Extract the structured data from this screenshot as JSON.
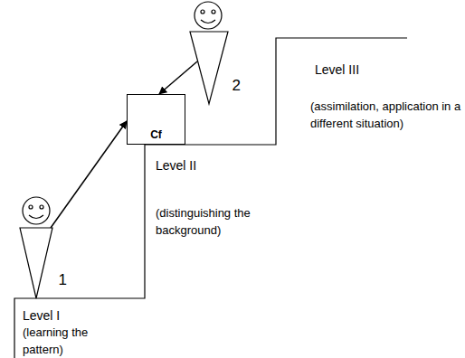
{
  "diagram": {
    "nodes": [
      {
        "text": [
          "1"
        ]
      },
      {
        "text": [
          "Cf"
        ]
      },
      {
        "text": [
          "2"
        ]
      }
    ],
    "edges": [
      {
        "from": 0,
        "to": 1,
        "arrow": "to"
      },
      {
        "from": 2,
        "to": 1,
        "arrow": "to"
      }
    ],
    "labels": [
      "Level III",
      "(assimilation, application in a different situation)",
      "Level II",
      "(distinguishing the background)",
      "Level I",
      "(learning the pattern)"
    ]
  }
}
